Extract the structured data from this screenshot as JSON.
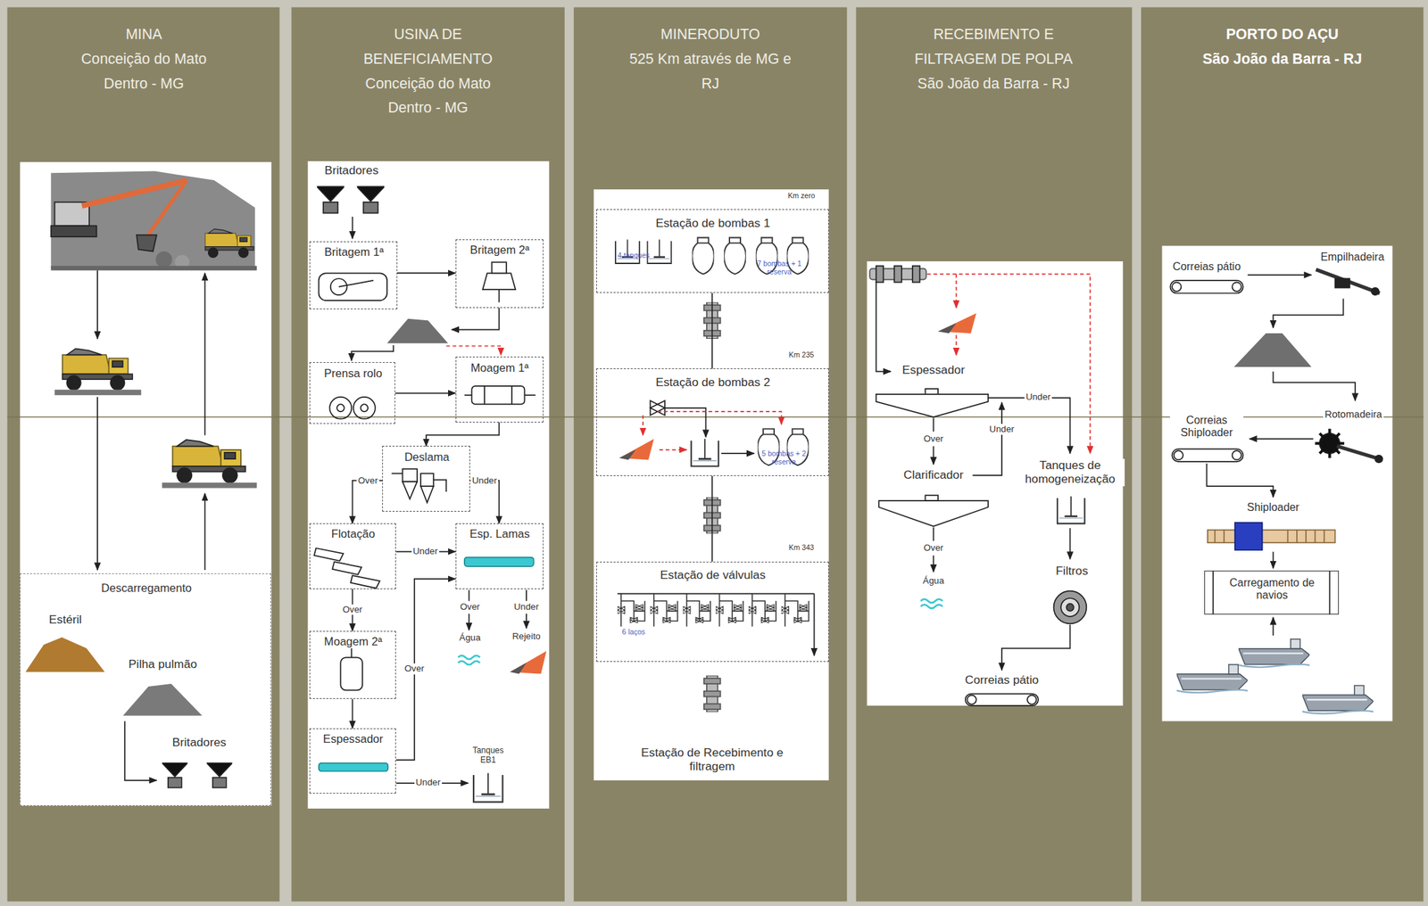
{
  "diagram": {
    "nodes": [
      {
        "text": [
          "MINA",
          "Conceição do Mato Dentro - MG"
        ]
      },
      {
        "text": [
          "USINA DE BENEFICIAMENTO",
          "Conceição do Mato Dentro - MG"
        ]
      },
      {
        "text": [
          "MINERODUTO",
          "525 Km através de MG e RJ"
        ]
      },
      {
        "text": [
          "RECEBIMENTO E FILTRAGEM DE POLPA",
          "São João da Barra - RJ"
        ]
      },
      {
        "text": [
          "PORTO DO AÇU",
          "São João da Barra - RJ"
        ]
      },
      {
        "text": [
          "Britagem 1ª"
        ],
        "in": 1
      },
      {
        "text": [
          "Britagem 2ª"
        ],
        "in": 1
      },
      {
        "text": [
          "Prensa rolo"
        ],
        "in": 1
      },
      {
        "text": [
          "Moagem 1ª"
        ],
        "in": 1
      },
      {
        "text": [
          "Deslama"
        ],
        "in": 1
      },
      {
        "text": [
          "Flotação"
        ],
        "in": 1
      },
      {
        "text": [
          "Esp. Lamas"
        ],
        "in": 1
      },
      {
        "text": [
          "Moagem 2ª"
        ],
        "in": 1
      },
      {
        "text": [
          "Espessador"
        ],
        "in": 1
      },
      {
        "text": [
          "Descarregamento",
          "Estéril",
          "Pilha pulmão",
          "Britadores"
        ],
        "in": 0
      },
      {
        "text": [
          "Estação de bombas 1",
          "4 tanques",
          "7 bombas + 1 reserva"
        ],
        "in": 2
      },
      {
        "text": [
          "Estação de bombas 2",
          "5 bombas + 2 reserva"
        ],
        "in": 2
      },
      {
        "text": [
          "Estação de válvulas",
          "6 laços"
        ],
        "in": 2
      },
      {
        "text": [
          "Carregamento de navios"
        ],
        "in": 4
      }
    ],
    "edges": [
      {
        "from": 5,
        "to": 6,
        "arrow": "to"
      },
      {
        "from": 7,
        "to": 8,
        "arrow": "to"
      },
      {
        "from": 8,
        "to": 9,
        "arrow": "to"
      },
      {
        "from": 9,
        "to": 10,
        "label": "Over",
        "arrow": "to"
      },
      {
        "from": 9,
        "to": 11,
        "label": "Under",
        "arrow": "to"
      },
      {
        "from": 10,
        "to": 11,
        "label": "Under",
        "arrow": "to"
      },
      {
        "from": 10,
        "to": 12,
        "label": "Over",
        "arrow": "to"
      },
      {
        "from": 12,
        "to": 13,
        "arrow": "to"
      },
      {
        "from": 13,
        "to": 11,
        "label": "Over",
        "arrow": "to"
      },
      {
        "from": 15,
        "to": 16,
        "arrow": "none"
      },
      {
        "from": 16,
        "to": 17,
        "arrow": "none"
      }
    ],
    "labels": [
      "Britadores",
      "Over",
      "Under",
      "Água",
      "Rejeito",
      "Tanques EB1",
      "Under",
      "Km zero",
      "Km 235",
      "Km 343",
      "Estação de Recebimento e filtragem",
      "Espessador",
      "Under",
      "Over",
      "Under",
      "Clarificador",
      "Tanques de homogeneização",
      "Over",
      "Água",
      "Filtros",
      "Correias pátio",
      "Correias pátio",
      "Empilhadeira",
      "Rotomadeira",
      "Correias Shiploader",
      "Shiploader"
    ]
  }
}
